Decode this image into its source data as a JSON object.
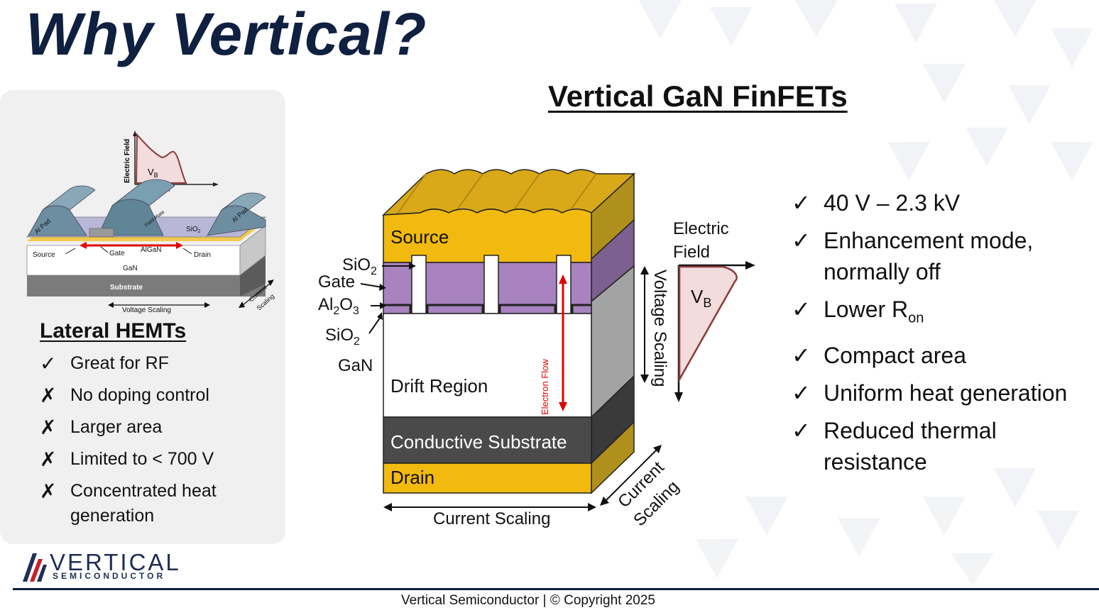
{
  "slide": {
    "title": "Why Vertical?"
  },
  "lateral": {
    "heading": "Lateral HEMTs",
    "diagram": {
      "axis_y": "Electric Field",
      "axis_x": "x",
      "vb": "V",
      "vb_sub": "B",
      "al_pad_left": "Al Pad",
      "al_pad_right": "Al Pad",
      "field_plate": "Field Plate",
      "sio2": "SiO",
      "sio2_sub": "2",
      "source": "Source",
      "gate": "Gate",
      "algan": "AlGaN",
      "drain": "Drain",
      "gan": "GaN",
      "substrate": "Substrate",
      "voltage_scaling": "Voltage Scaling",
      "current_scaling_1": "Current",
      "current_scaling_2": "Scaling"
    },
    "items": [
      {
        "mark": "✓",
        "text": "Great for RF"
      },
      {
        "mark": "✗",
        "text": "No doping control"
      },
      {
        "mark": "✗",
        "text": "Larger area"
      },
      {
        "mark": "✗",
        "text": "Limited to < 700 V"
      },
      {
        "mark": "✗",
        "text": "Concentrated heat generation"
      }
    ]
  },
  "vertical": {
    "heading": "Vertical GaN FinFETs",
    "diagram": {
      "source": "Source",
      "sio2_top": "SiO",
      "sio2_top_sub": "2",
      "gate": "Gate",
      "al2o3_a": "Al",
      "al2o3_sub1": "2",
      "al2o3_b": "O",
      "al2o3_sub2": "3",
      "sio2_bottom": "SiO",
      "sio2_bottom_sub": "2",
      "gan": "GaN",
      "drift_region": "Drift Region",
      "electron_flow": "Electron Flow",
      "conductive_substrate": "Conductive Substrate",
      "drain": "Drain",
      "current_scaling_bottom": "Current Scaling",
      "current_scaling_side_1": "Current",
      "current_scaling_side_2": "Scaling",
      "voltage_scaling": "Voltage Scaling",
      "electric": "Electric",
      "field": "Field",
      "vb": "V",
      "vb_sub": "B"
    },
    "items": [
      {
        "mark": "✓",
        "text": "40 V – 2.3 kV"
      },
      {
        "mark": "✓",
        "text": "Enhancement mode, normally off"
      },
      {
        "mark": "✓",
        "text": "Lower R",
        "sub": "on"
      },
      {
        "mark": "✓",
        "text": "Compact area"
      },
      {
        "mark": "✓",
        "text": "Uniform heat generation"
      },
      {
        "mark": "✓",
        "text": "Reduced thermal resistance"
      }
    ]
  },
  "logo": {
    "word": "VERTICAL",
    "sub": "SEMICONDUCTOR"
  },
  "footer": {
    "text": "Vertical Semiconductor | © Copyright 2025"
  },
  "colors": {
    "title": "#0f2040",
    "source_gold": "#f2b90f",
    "gate_purple": "#a883bf",
    "substrate_gray": "#4a4a4a",
    "arrow_red": "#e00000",
    "logo_red": "#c8202a"
  }
}
